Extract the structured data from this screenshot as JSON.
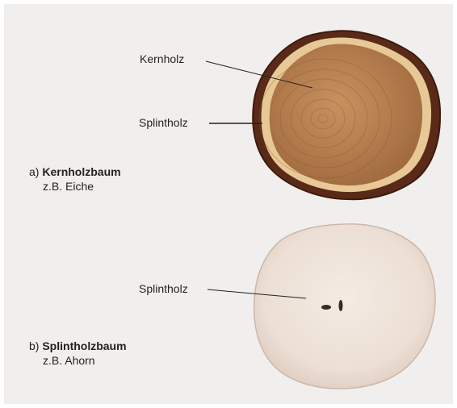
{
  "panel_a": {
    "letter": "a)",
    "title": "Kernholzbaum",
    "subtitle": "z.B. Eiche",
    "labels": {
      "heartwood": "Kernholz",
      "sapwood": "Splintholz"
    },
    "colors": {
      "bark": "#5a2a18",
      "sapwood": "#e8c896",
      "heartwood": "#b07a4c"
    }
  },
  "panel_b": {
    "letter": "b)",
    "title": "Splintholzbaum",
    "subtitle": "z.B. Ahorn",
    "labels": {
      "sapwood": "Splintholz"
    },
    "colors": {
      "wood": "#eee1d8",
      "pith": "#3a2a22"
    }
  }
}
